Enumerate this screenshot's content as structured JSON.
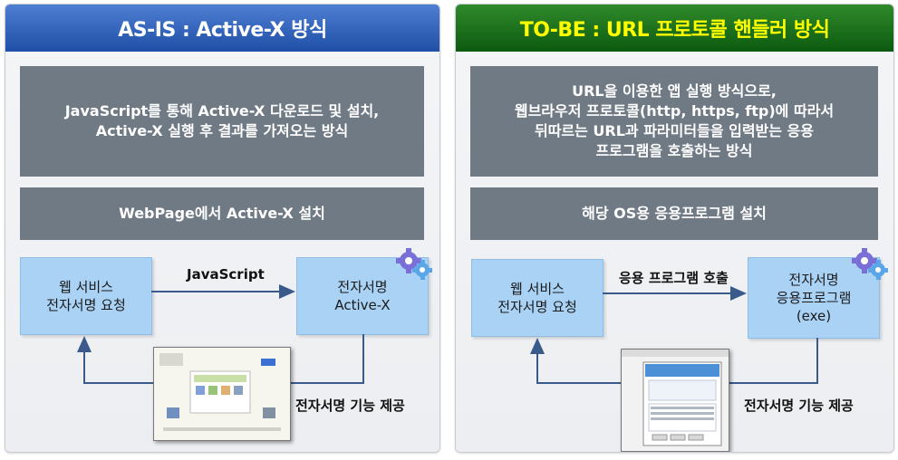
{
  "left": {
    "header": "AS-IS : Active-X 방식",
    "description": [
      "JavaScript를 통해 Active-X 다운로드 및 설치,",
      "Active-X 실행 후 결과를 가져오는 방식"
    ],
    "install": "WebPage에서 Active-X 설치",
    "service_box": [
      "웹 서비스",
      "전자서명 요청"
    ],
    "target_box": [
      "전자서명",
      "Active-X"
    ],
    "arrow_label": "JavaScript",
    "return_label": "전자서명 기능 제공"
  },
  "right": {
    "header": "TO-BE : URL 프로토콜 핸들러 방식",
    "description": [
      "URL을 이용한 앱 실행 방식으로,",
      "웹브라우저 프로토콜(http, https, ftp)에 따라서",
      "뒤따르는 URL과 파라미터들을 입력받는 응용",
      "프로그램을 호출하는 방식"
    ],
    "install": "해당 OS용 응용프로그램 설치",
    "service_box": [
      "웹 서비스",
      "전자서명 요청"
    ],
    "target_box": [
      "전자서명",
      "응용프로그램",
      "(exe)"
    ],
    "arrow_label": "응용 프로그램 호출",
    "return_label": "전자서명 기능 제공"
  },
  "colors": {
    "left_header": "#1f4fa6",
    "right_header": "#0d5a10",
    "right_header_text": "#ffff00",
    "grey_box": "#707a85",
    "blue_box": "#a9d2f5",
    "arrow": "#3a5a8c"
  },
  "icons": [
    "gear-icon",
    "screenshot-thumbnail"
  ]
}
